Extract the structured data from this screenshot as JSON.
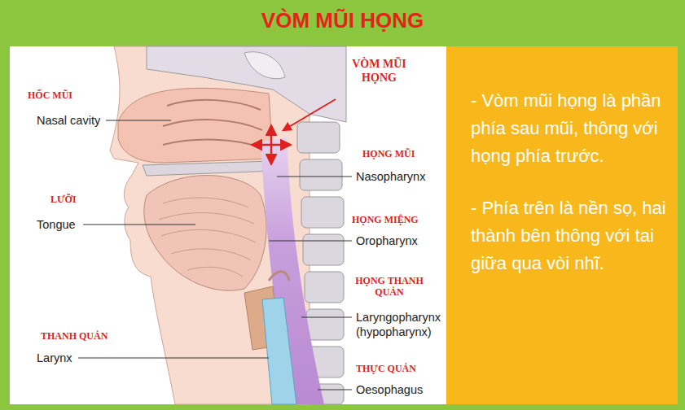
{
  "diagram": {
    "title": "VÒM MŨI HỌNG",
    "nodes": [
      {
        "text": [
          "- Vòm mũi họng là phần phía sau mũi, thông với họng phía trước.",
          "- Phía trên là nền sọ, hai thành bên thông với tai giữa qua vòi nhĩ."
        ]
      }
    ],
    "labels": [
      "VÒM MŨI HỌNG",
      "HỐC MŨI",
      "Nasal cavity",
      "LƯỠI",
      "Tongue",
      "HỌNG MŨI",
      "Nasopharynx",
      "HỌNG MIỆNG",
      "Oropharynx",
      "HỌNG THANH QUẢN",
      "Laryngopharynx (hypopharynx)",
      "THANH QUẢN",
      "Larynx",
      "THỰC QUẢN",
      "Oesophagus"
    ]
  }
}
